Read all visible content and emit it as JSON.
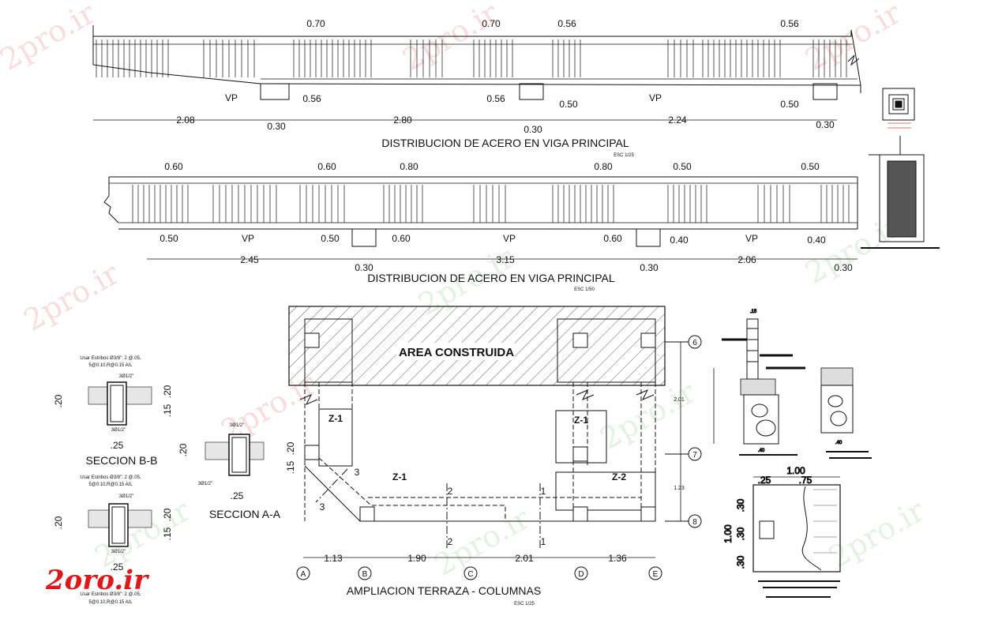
{
  "beam1": {
    "title": "DISTRIBUCION DE ACERO EN VIGA PRINCIPAL",
    "scale": "ESC 1/25",
    "top_dims": [
      "0.70",
      "0.70",
      "0.56",
      "0.56"
    ],
    "mid_dims": [
      "0.56",
      "0.56",
      "0.50",
      "0.50"
    ],
    "vp": [
      "VP",
      "VP"
    ],
    "spans": [
      "2.08",
      "2.80",
      "2.24"
    ],
    "supports": [
      "0.30",
      "0.30",
      "0.30"
    ]
  },
  "beam2": {
    "title": "DISTRIBUCION DE ACERO EN VIGA PRINCIPAL",
    "scale": "ESC 1/50",
    "top_dims": [
      "0.60",
      "0.60",
      "0.80",
      "0.80",
      "0.50",
      "0.50"
    ],
    "mid_dims": [
      "0.50",
      "0.50",
      "0.60",
      "0.60",
      "0.40",
      "0.40"
    ],
    "vp": [
      "VP",
      "VP",
      "VP"
    ],
    "spans": [
      "2.45",
      "3.15",
      "2.06"
    ],
    "supports": [
      "0.30",
      "0.30",
      "0.30"
    ]
  },
  "plan": {
    "area_label": "AREA CONSTRUIDA",
    "title": "AMPLIACION TERRAZA - COLUMNAS",
    "scale": "ESC 1/25",
    "axes": [
      "A",
      "B",
      "C",
      "D",
      "E"
    ],
    "axis_dims": [
      "1.13",
      "1.90",
      "2.01",
      "1.36"
    ],
    "rows": [
      "6",
      "7",
      "8"
    ],
    "row_dims": [
      "2.01",
      "1.23"
    ],
    "zapatas": [
      "Z-1",
      "Z-1",
      "Z-1",
      "Z-2"
    ],
    "section_marks": [
      "3",
      "3",
      "2",
      "2",
      "1",
      "1"
    ]
  },
  "sections": {
    "bb_title": "SECCION  B-B",
    "aa_title": "SECCION  A-A",
    "stirrups_1": "Usar Estribos Ø3/8\": 2 @.05,",
    "stirrups_2": "5@0.10,R@0.15 A/L",
    "bar_top": "3Ø1/2\"",
    "bar_bottom": "3Ø1/2\"",
    "dim_20": ".20",
    "dim_15": ".15",
    "dim_25": ".25"
  },
  "footing": {
    "dims": [
      "1.00",
      ".25",
      ".75",
      ".30",
      ".30",
      ".30",
      "1.00"
    ],
    "top_dim": ".15",
    "width_dim": ".40"
  },
  "logo": "2oro.ir",
  "watermark": "2pro.ir"
}
